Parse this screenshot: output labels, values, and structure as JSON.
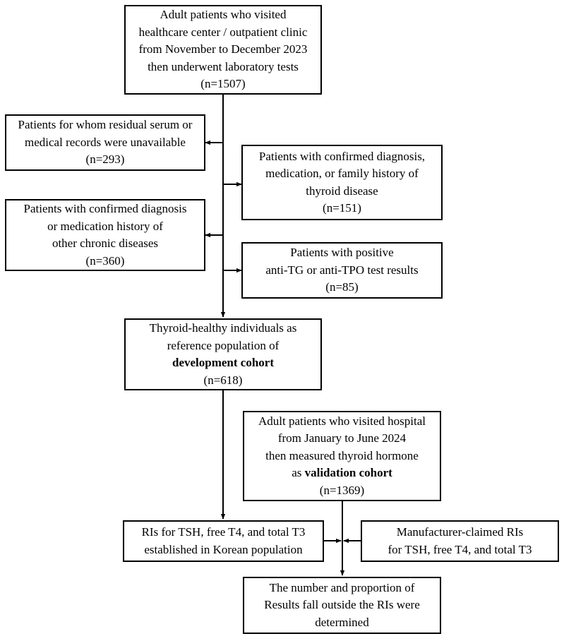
{
  "boxes": {
    "start": {
      "lines": [
        "Adult patients who visited",
        "healthcare center / outpatient clinic",
        "from November to December 2023",
        "then underwent laboratory tests",
        "(n=1507)"
      ]
    },
    "excl_serum": {
      "lines": [
        "Patients for whom residual serum or",
        "medical records were unavailable",
        "(n=293)"
      ]
    },
    "excl_thyroid": {
      "lines": [
        "Patients with confirmed diagnosis,",
        "medication, or family history of",
        "thyroid disease",
        "(n=151)"
      ]
    },
    "excl_chronic": {
      "lines": [
        "Patients with confirmed diagnosis",
        "or medication history of",
        "other chronic diseases",
        "(n=360)"
      ]
    },
    "excl_antibody": {
      "lines": [
        "Patients with positive",
        "anti-TG or anti-TPO test results",
        "(n=85)"
      ]
    },
    "development": {
      "line1": "Thyroid-healthy individuals as",
      "line2": "reference population of",
      "bold": "development cohort",
      "n": "(n=618)"
    },
    "validation": {
      "line1": "Adult patients who visited hospital",
      "line2": "from January to June 2024",
      "line3": "then measured thyroid hormone",
      "prefix": "as ",
      "bold": "validation cohort",
      "n": "(n=1369)"
    },
    "korean_ri": {
      "lines": [
        "RIs for TSH, free T4, and total T3",
        "established in Korean population"
      ]
    },
    "manufacturer_ri": {
      "lines": [
        "Manufacturer-claimed RIs",
        "for TSH, free T4, and total T3"
      ]
    },
    "result": {
      "lines": [
        "The number and proportion of",
        "Results fall outside the RIs were",
        "determined"
      ]
    }
  }
}
